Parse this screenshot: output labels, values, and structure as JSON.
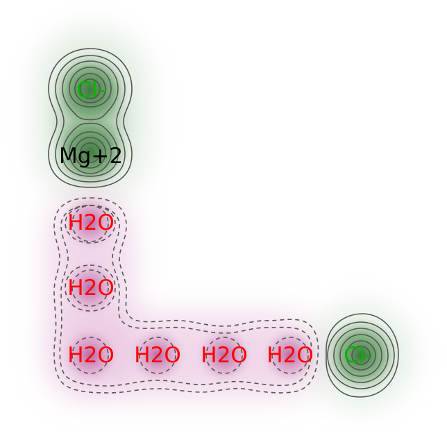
{
  "colors": {
    "anion": "#00b400",
    "cation": "#000000",
    "water": "#ff0000",
    "green_glow": "#2e6b2e",
    "pink_glow": "#9b2a7a",
    "contour": "#555555"
  },
  "molecules": [
    {
      "id": "cl-top",
      "label": "Cl-",
      "kind": "anion"
    },
    {
      "id": "mg",
      "label": "Mg+2",
      "kind": "cation"
    },
    {
      "id": "h2o-1",
      "label": "H2O",
      "kind": "water"
    },
    {
      "id": "h2o-2",
      "label": "H2O",
      "kind": "water"
    },
    {
      "id": "h2o-3",
      "label": "H2O",
      "kind": "water"
    },
    {
      "id": "h2o-4",
      "label": "H2O",
      "kind": "water"
    },
    {
      "id": "h2o-5",
      "label": "H2O",
      "kind": "water"
    },
    {
      "id": "h2o-6",
      "label": "H2O",
      "kind": "water"
    },
    {
      "id": "cl-right",
      "label": "Cl-",
      "kind": "anion"
    }
  ]
}
